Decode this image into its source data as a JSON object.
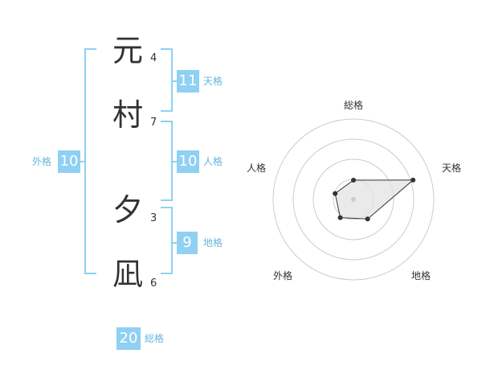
{
  "name": {
    "chars": [
      {
        "char": "元",
        "strokes": "4"
      },
      {
        "char": "村",
        "strokes": "7"
      },
      {
        "char": "夕",
        "strokes": "3"
      },
      {
        "char": "凪",
        "strokes": "6"
      }
    ]
  },
  "fortune": {
    "tenkaku": {
      "value": "11",
      "label": "天格"
    },
    "jinkaku": {
      "value": "10",
      "label": "人格"
    },
    "chikaku": {
      "value": "9",
      "label": "地格"
    },
    "gaikaku": {
      "value": "10",
      "label": "外格"
    },
    "soukaku": {
      "value": "20",
      "label": "総格"
    }
  },
  "radar": {
    "axes": [
      "総格",
      "天格",
      "地格",
      "外格",
      "人格"
    ],
    "levels": 4,
    "values": [
      1.2,
      3.9,
      1.5,
      1.4,
      1.2
    ],
    "max": 5
  },
  "colors": {
    "bracket": "#8fd0f3",
    "badge": "#8fd0f3",
    "label": "#62b6e0",
    "radar_fill": "#e3e3e3",
    "radar_ring": "#cccccc"
  }
}
